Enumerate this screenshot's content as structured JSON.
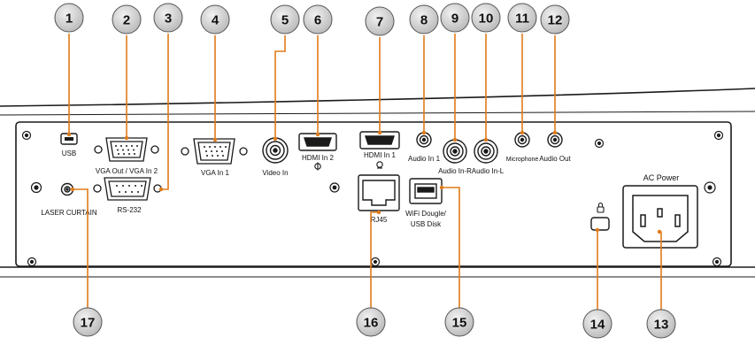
{
  "panel_labels": {
    "usb": "USB",
    "vga_out": "VGA Out / VGA In 2",
    "vga_in1": "VGA In 1",
    "video_in": "Video In",
    "hdmi2": "HDMI In 2",
    "hdmi1": "HDMI In 1",
    "audio_in1": "Audio In 1",
    "audio_in_r": "Audio In-R",
    "audio_in_l": "Audio In-L",
    "microphone": "Microphone",
    "audio_out": "Audio Out",
    "ac_power": "AC Power",
    "rs232": "RS-232",
    "laser_curtain": "LASER CURTAIN",
    "rj45": "RJ45",
    "wifi_line1": "WiFi Dougle/",
    "wifi_line2": "USB Disk"
  },
  "callouts": {
    "c1": "1",
    "c2": "2",
    "c3": "3",
    "c4": "4",
    "c5": "5",
    "c6": "6",
    "c7": "7",
    "c8": "8",
    "c9": "9",
    "c10": "10",
    "c11": "11",
    "c12": "12",
    "c13": "13",
    "c14": "14",
    "c15": "15",
    "c16": "16",
    "c17": "17"
  },
  "colors": {
    "callout_fill": "#d0d0d0",
    "connector_line": "#e07b1a",
    "panel_stroke": "#1a1a1a"
  }
}
